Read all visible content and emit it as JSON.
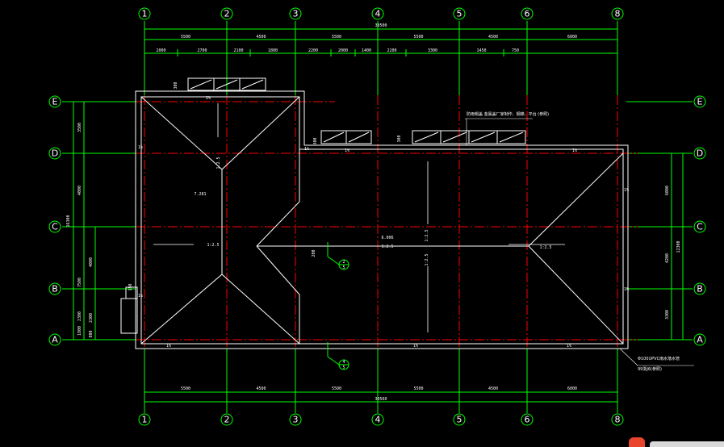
{
  "colors": {
    "background": "#000000",
    "grid_line": "#00ff00",
    "axis_line": "#ff0000",
    "outline": "#ffffff",
    "text": "#ffffff"
  },
  "grid": {
    "columns": [
      "1",
      "2",
      "3",
      "4",
      "5",
      "6",
      "8"
    ],
    "rows": [
      "E",
      "D",
      "C",
      "B",
      "A"
    ]
  },
  "dimensions": {
    "top_main": [
      "5500",
      "4500",
      "5500",
      "5500",
      "4500",
      "6000"
    ],
    "top_overall": "30500",
    "top_detail": [
      "2000",
      "2700",
      "2100",
      "1800",
      "2200",
      "2000",
      "1400",
      "2200",
      "3300",
      "1450",
      "750"
    ],
    "bottom_main": [
      "5500",
      "4500",
      "5500",
      "5500",
      "4500",
      "6000"
    ],
    "bottom_overall": "30560",
    "left_outer": [
      "3500",
      "4000",
      "7500",
      "2300",
      "1800"
    ],
    "left_inner": [
      "4000",
      "2300",
      "800"
    ],
    "left_total": "16300",
    "right_outer": [
      "6000",
      "4200",
      "3300"
    ],
    "right_total": "12300"
  },
  "annotations": {
    "slopes": [
      "1%",
      "1%",
      "1%",
      "1%",
      "1%",
      "1%",
      "1%",
      "1%",
      "1%",
      "1%",
      "1%"
    ],
    "roof_slopes": [
      "1:2.5",
      "1:2.5",
      "1:2.5",
      "1:2.5",
      "1:2.5",
      "1:2.5"
    ],
    "ridge_label": "6.006",
    "elev_left": "7.281",
    "ann_top": "防雨帽盖 金属盖厂家制作、钢梯、平台 (参照)",
    "ann_bottom_1": "Φ100UPVC雨水落水管",
    "ann_bottom_2": "99浙J6(参照)",
    "small_notes": [
      "300",
      "300",
      "300",
      "150",
      "200"
    ],
    "detail_marks": [
      {
        "num": "2",
        "den": "5"
      },
      {
        "num": "4",
        "den": "5"
      }
    ]
  }
}
